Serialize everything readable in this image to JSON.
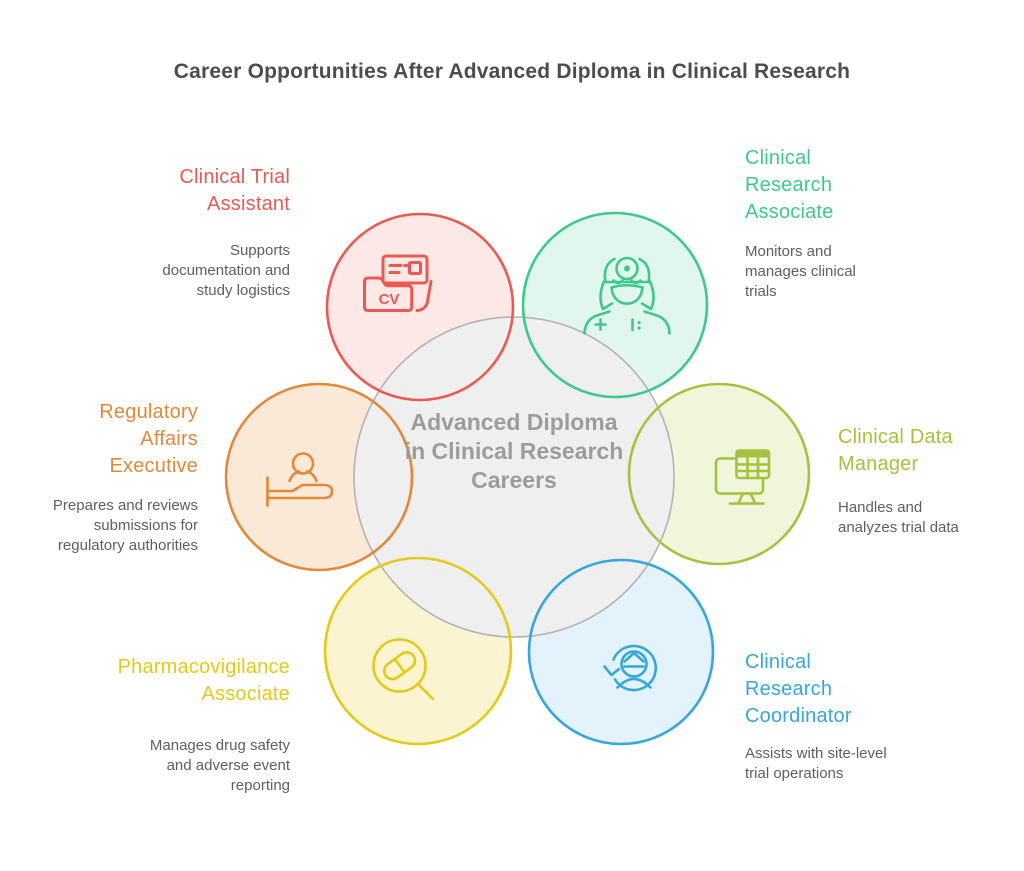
{
  "title": "Career Opportunities After Advanced Diploma in Clinical Research",
  "center": {
    "label": "Advanced Diploma in Clinical Research Careers"
  },
  "roles": [
    {
      "id": "clinical-trial-assistant",
      "name": "Clinical Trial Assistant",
      "description": "Supports documentation and study logistics",
      "color": "#ea5a51",
      "fill": "#fce8e7",
      "icon": "cv-folder-icon",
      "icon_label": "CV"
    },
    {
      "id": "clinical-research-associate",
      "name": "Clinical Research Associate",
      "description": "Monitors and manages clinical trials",
      "color": "#3ec98c",
      "fill": "#e1f6ec",
      "icon": "doctor-icon"
    },
    {
      "id": "clinical-data-manager",
      "name": "Clinical Data Manager",
      "description": "Handles and analyzes trial data",
      "color": "#a6c13d",
      "fill": "#eff6da",
      "icon": "data-monitor-icon"
    },
    {
      "id": "clinical-research-coordinator",
      "name": "Clinical Research Coordinator",
      "description": "Assists with site-level trial operations",
      "color": "#36a7dc",
      "fill": "#e3f2fb",
      "icon": "person-cycle-icon"
    },
    {
      "id": "pharmacovigilance-associate",
      "name": "Pharmacovigilance Associate",
      "description": "Manages drug safety and adverse event reporting",
      "color": "#e4c918",
      "fill": "#fbf4d0",
      "icon": "pill-magnifier-icon"
    },
    {
      "id": "regulatory-affairs-executive",
      "name": "Regulatory Affairs Executive",
      "description": "Prepares and reviews submissions for regulatory authorities",
      "color": "#e2883a",
      "fill": "#fbe9d8",
      "icon": "patient-bed-icon"
    }
  ],
  "colors": {
    "background": "#ffffff",
    "title_text": "#4c4c4c",
    "center_fill": "#efefef",
    "center_stroke": "#b3b3b3",
    "center_text": "#9c9c9c",
    "description_text": "#5e5e5e"
  }
}
